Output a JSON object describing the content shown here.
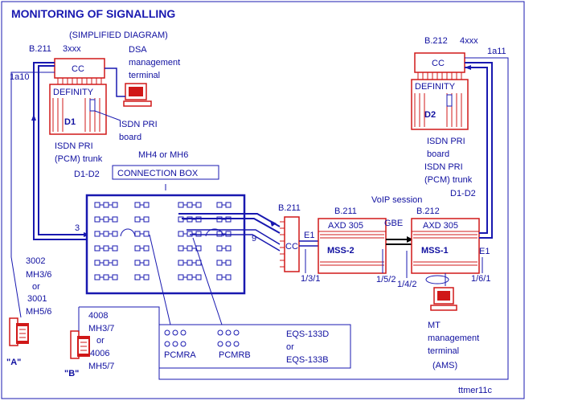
{
  "title": "MONITORING OF SIGNALLING",
  "subtitle": "(SIMPLIFIED DIAGRAM)",
  "colors": {
    "blue": "#1818b0",
    "red": "#d01818",
    "text": "#1010a0"
  },
  "site_left": {
    "name": "B.211",
    "ext_range": "3xxx",
    "cc": "CC",
    "definity": "DEFINITY",
    "pbx": "D1",
    "port": "1a10"
  },
  "site_right": {
    "name": "B.212",
    "ext_range": "4xxx",
    "cc": "CC",
    "definity": "DEFINITY",
    "pbx": "D2",
    "port": "1a11"
  },
  "dsa_terminal": [
    "DSA",
    "management",
    "terminal"
  ],
  "isdn_board_left": [
    "ISDN PRI",
    "board"
  ],
  "isdn_board_right": [
    "ISDN PRI",
    "board"
  ],
  "trunk_left": [
    "ISDN PRI",
    "(PCM) trunk",
    "D1-D2"
  ],
  "trunk_right": [
    "ISDN PRI",
    "(PCM) trunk",
    "D1-D2"
  ],
  "mh_options": "MH4  or   MH6",
  "connection_box": "CONNECTION BOX",
  "patch_ports": {
    "left": "3",
    "right": "9"
  },
  "cc_b211": {
    "site": "B.211",
    "label": "CC",
    "e1": "E1",
    "port": "1/3/1"
  },
  "mss2": {
    "site": "B.211",
    "model": "AXD 305",
    "name": "MSS-2",
    "port": "1/5/2"
  },
  "mss1": {
    "site": "B.212",
    "model": "AXD 305",
    "name": "MSS-1",
    "port_left": "1/4/2",
    "e1": "E1",
    "port_right": "1/6/1"
  },
  "voip_session": "VoIP session",
  "gbe": "GBE",
  "mt_terminal": [
    "MT",
    "management",
    "terminal",
    "(AMS)"
  ],
  "phone_a": {
    "lines": [
      "3002",
      "MH3/6",
      "or",
      "3001",
      "MH5/6"
    ],
    "label": "\"A\""
  },
  "phone_b": {
    "lines": [
      "4008",
      "MH3/7",
      "or",
      "4006",
      "MH5/7"
    ],
    "label": "\"B\""
  },
  "pcmra": "PCMRA",
  "pcmrb": "PCMRB",
  "eqs": [
    "EQS-133D",
    "or",
    "EQS-133B"
  ],
  "footer_code": "ttmer11c"
}
